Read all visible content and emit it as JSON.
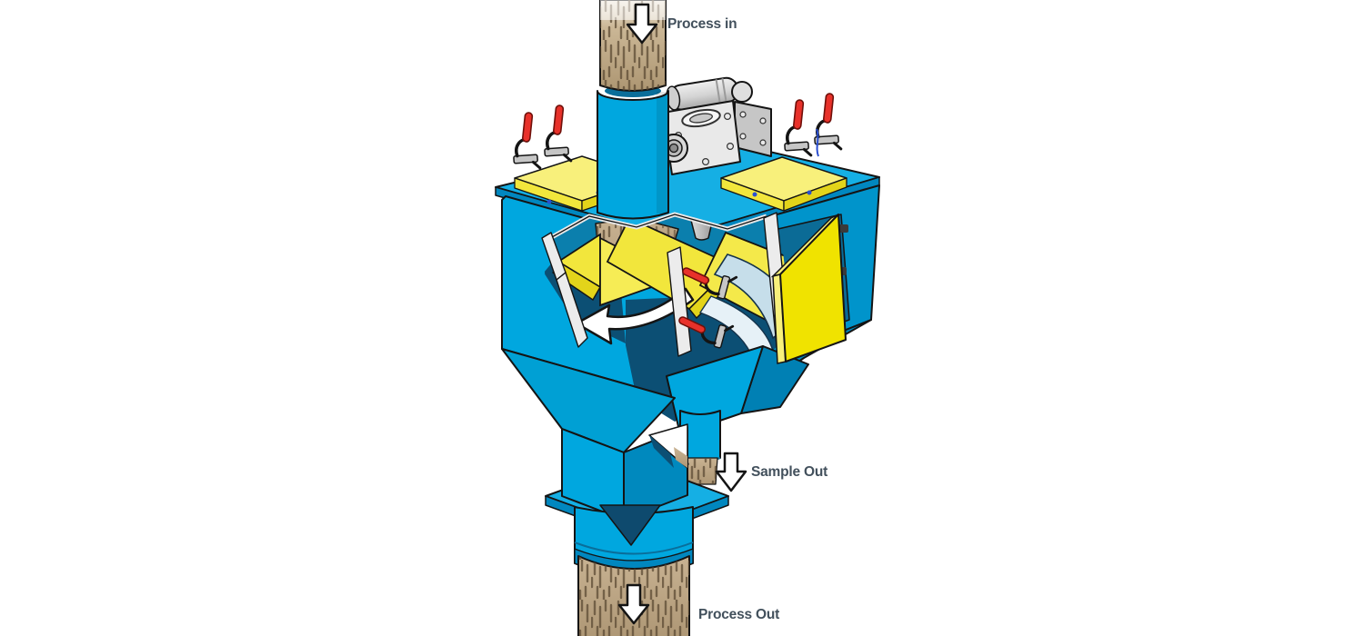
{
  "figure": {
    "type": "cutaway technical illustration",
    "subject": "Inline cross-cut process sampler showing material flow path",
    "labels": {
      "process_in": "Process in",
      "sample_out": "Sample Out",
      "process_out": "Process Out"
    },
    "colors": {
      "background": "#FFFFFF",
      "body_blue": "#00A7DF",
      "body_blue_light": "#15AFE4",
      "body_blue_shade": "#0187BF",
      "body_blue_dark": "#0A6E9A",
      "interior_navy": "#0C4F74",
      "interior_teal": "#0B7FAD",
      "panel_yellow": "#F2E63C",
      "panel_yellow_light": "#F8F07B",
      "panel_yellow_deep": "#E3D41A",
      "clamp_red": "#E8312A",
      "metal_gray_light": "#E9E9E9",
      "metal_gray": "#C6C6C6",
      "material_tan": "#BCA684",
      "material_streak": "#5C4A33",
      "drum_blue": "#C6DEEA",
      "arrow_white": "#FFFFFF",
      "outline": "#141414",
      "label_text": "#42505C"
    }
  }
}
